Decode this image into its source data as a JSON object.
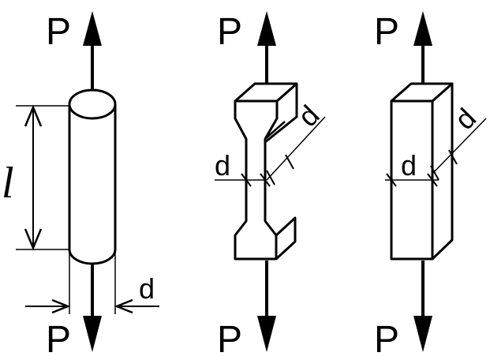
{
  "labels": {
    "force_top_1": "P",
    "force_bottom_1": "P",
    "force_top_2": "P",
    "force_bottom_2": "P",
    "force_top_3": "P",
    "force_bottom_3": "P",
    "length": "l",
    "diameter_1": "d",
    "diameter_2a": "d",
    "diameter_2b": "d",
    "diameter_3a": "d",
    "diameter_3b": "d"
  }
}
